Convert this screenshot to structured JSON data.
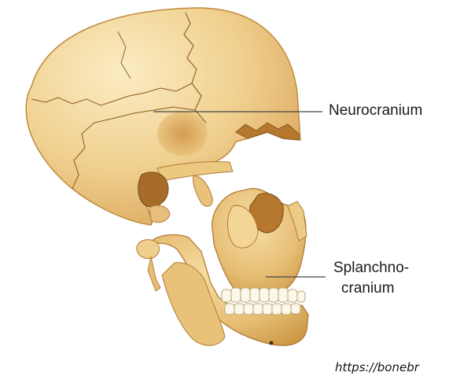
{
  "labels": {
    "neurocranium": "Neurocranium",
    "splanchno_line1": "Splanchno-",
    "splanchno_line2": "cranium"
  },
  "source_text": "https://bonebr",
  "colors": {
    "bone_light": "#f6dfa6",
    "bone_mid": "#e9c27a",
    "bone_shadow": "#c9953f",
    "suture": "#8a5a22",
    "teeth": "#fbf7ea",
    "leader_line": "#444444"
  }
}
